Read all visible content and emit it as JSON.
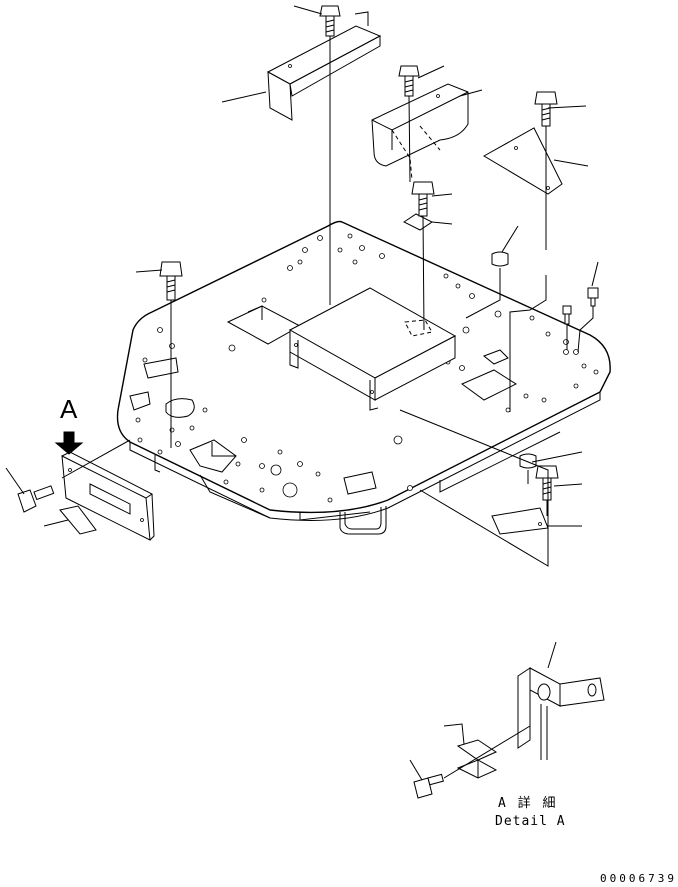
{
  "labels": {
    "view_marker": "A",
    "detail_jp": "A 詳 細",
    "detail_en": "Detail A",
    "drawing_number": "00006739"
  },
  "colors": {
    "line": "#000000",
    "background": "#ffffff"
  },
  "icons": {
    "view_arrow": "arrow-down-icon"
  }
}
